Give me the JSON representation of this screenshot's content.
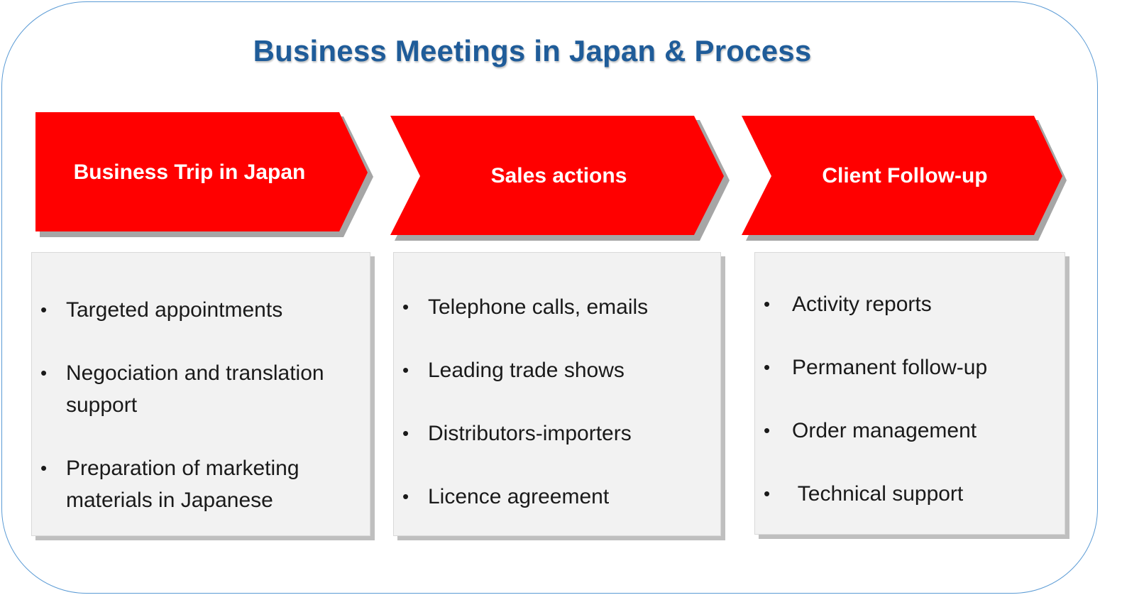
{
  "title": "Business Meetings in Japan & Process",
  "colors": {
    "frame_border": "#5b9bd5",
    "title": "#1f5c99",
    "chevron_fill": "#ff0000",
    "chevron_shadow": "#a6a6a6",
    "box_fill": "#f2f2f2",
    "box_shadow": "#bfbfbf"
  },
  "steps": [
    {
      "label": "Business Trip in Japan",
      "items": [
        "Targeted appointments",
        "Negociation and translation support",
        "Preparation of marketing materials in Japanese"
      ]
    },
    {
      "label": "Sales actions",
      "items": [
        "Telephone calls, emails",
        "Leading trade shows",
        "Distributors-importers",
        "Licence agreement"
      ]
    },
    {
      "label": "Client Follow-up",
      "items": [
        "Activity reports",
        "Permanent follow-up",
        "Order management",
        " Technical support"
      ]
    }
  ]
}
